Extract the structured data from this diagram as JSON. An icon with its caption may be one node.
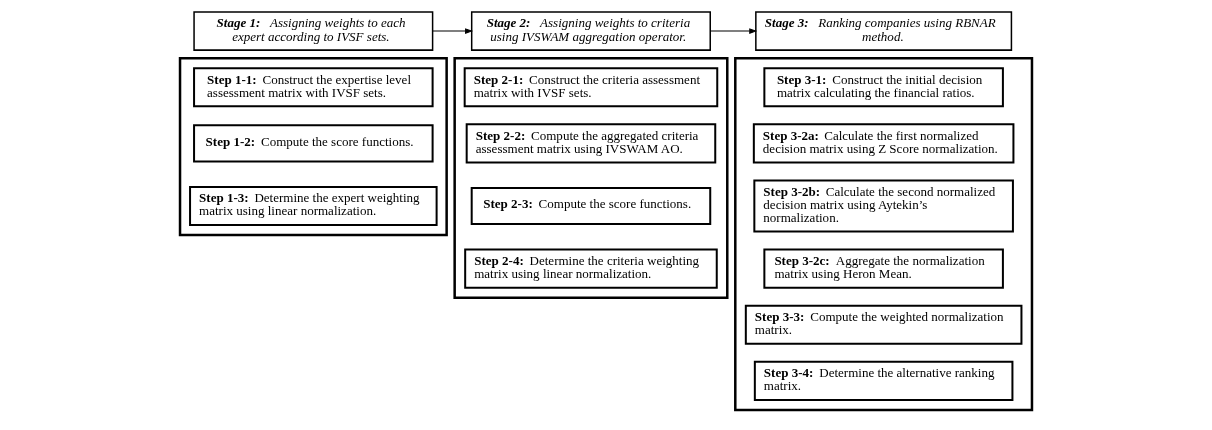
{
  "diagram": {
    "nodes": [
      {
        "text": [
          "**Stage 1:** Assigning weights to each expert according to IVSF sets."
        ]
      },
      {
        "text": [],
        "shape": "box"
      },
      {
        "text": [
          "**Step 1-1:** Construct the expertise level assessment matrix with IVSF sets."
        ],
        "in": 1
      },
      {
        "text": [
          "**Step 1-2:** Compute the score functions."
        ],
        "in": 1
      },
      {
        "text": [
          "**Step 1-3:** Determine the expert weighting matrix using linear normalization."
        ],
        "in": 1
      },
      {
        "text": [
          "**Stage 2:** Assigning weights to criteria using IVSWAM aggregation operator."
        ]
      },
      {
        "text": [],
        "shape": "box"
      },
      {
        "text": [
          "**Step 2-1:** Construct the criteria assessment matrix with IVSF sets."
        ],
        "in": 6
      },
      {
        "text": [
          "**Step 2-2:** Compute the aggregated criteria assessment matrix using IVSWAM AO."
        ],
        "in": 6
      },
      {
        "text": [
          "**Step 2-3:** Compute the score functions."
        ],
        "in": 6
      },
      {
        "text": [
          "**Step 2-4:** Determine the criteria weighting matrix using linear normalization."
        ],
        "in": 6
      },
      {
        "text": [
          "**Stage 3:** Ranking companies using RBNAR method."
        ]
      },
      {
        "text": [],
        "shape": "box"
      },
      {
        "text": [
          "**Step 3-1:** Construct the initial decision matrix calculating the financial ratios."
        ],
        "in": 12
      },
      {
        "text": [
          "**Step 3-2a:** Calculate the first normalized decision matrix using Z Score normalization."
        ],
        "in": 12
      },
      {
        "text": [
          "**Step 3-2b:** Calculate the second normalized decision matrix using Aytekin’s normalization."
        ],
        "in": 12
      },
      {
        "text": [
          "**Step 3-2c:** Aggregate the normalization matrix using Heron Mean."
        ],
        "in": 12
      },
      {
        "text": [
          "**Step 3-3:** Compute the weighted normalization matrix."
        ],
        "in": 12
      },
      {
        "text": [
          "**Step 3-4:** Determine the alternative ranking matrix."
        ],
        "in": 12
      }
    ],
    "edges": [
      {
        "from": 0,
        "to": 5,
        "arrow": "to"
      },
      {
        "from": 5,
        "to": 11,
        "arrow": "to"
      }
    ]
  }
}
